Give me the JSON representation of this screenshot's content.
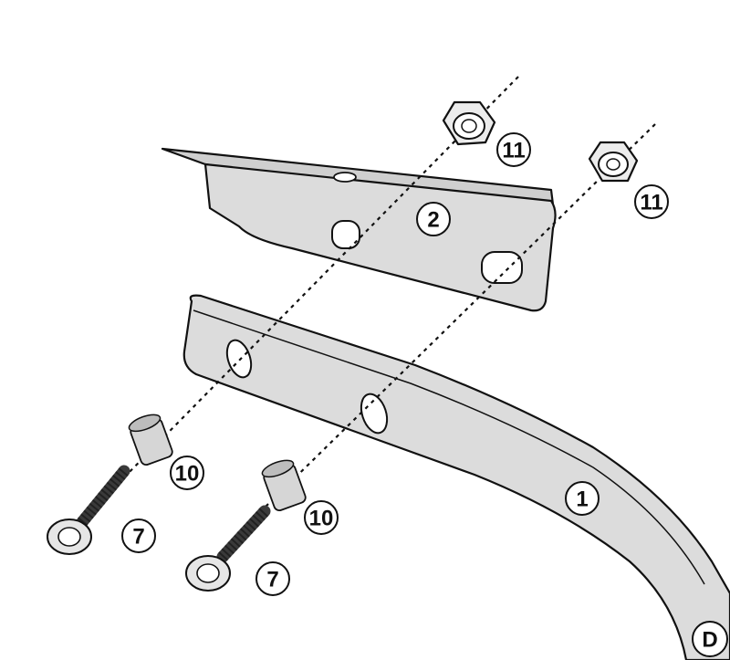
{
  "diagram": {
    "callouts": {
      "part_1": "1",
      "part_2": "2",
      "part_7_left": "7",
      "part_7_right": "7",
      "part_10_left": "10",
      "part_10_right": "10",
      "part_11_top": "11",
      "part_11_right": "11",
      "view_marker": "D"
    },
    "colors": {
      "outline": "#111111",
      "part_fill": "#dcdcdc",
      "part_shade": "#c4c4c4",
      "hardware": "#3a3a3a",
      "background": "#ffffff"
    }
  }
}
